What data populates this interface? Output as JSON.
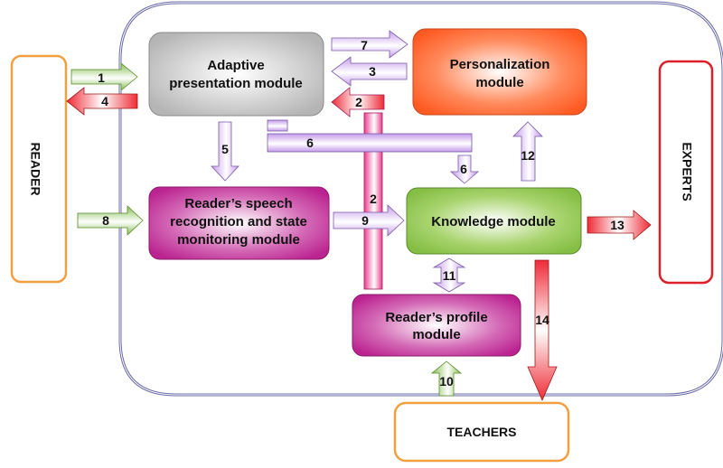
{
  "actors": {
    "reader": "READER",
    "experts": "EXPERTS",
    "teachers": "TEACHERS"
  },
  "modules": {
    "adaptive": [
      "Adaptive",
      "presentation module"
    ],
    "personalization": [
      "Personalization",
      "module"
    ],
    "speech": [
      "Reader’s speech",
      "recognition and state",
      "monitoring module"
    ],
    "knowledge": [
      "Knowledge module"
    ],
    "profile": [
      "Reader’s profile",
      "module"
    ]
  },
  "arrows": {
    "a1": "1",
    "a2": "2",
    "a2b": "2",
    "a3": "3",
    "a4": "4",
    "a5": "5",
    "a6": "6",
    "a6b": "6",
    "a7": "7",
    "a8": "8",
    "a9": "9",
    "a10": "10",
    "a11": "11",
    "a12": "12",
    "a13": "13",
    "a14": "14"
  },
  "colors": {
    "actor_reader": "#f0a040",
    "actor_teachers": "#f0a040",
    "actor_experts": "#dd1f2a",
    "system_border": "#6a6aa8"
  }
}
